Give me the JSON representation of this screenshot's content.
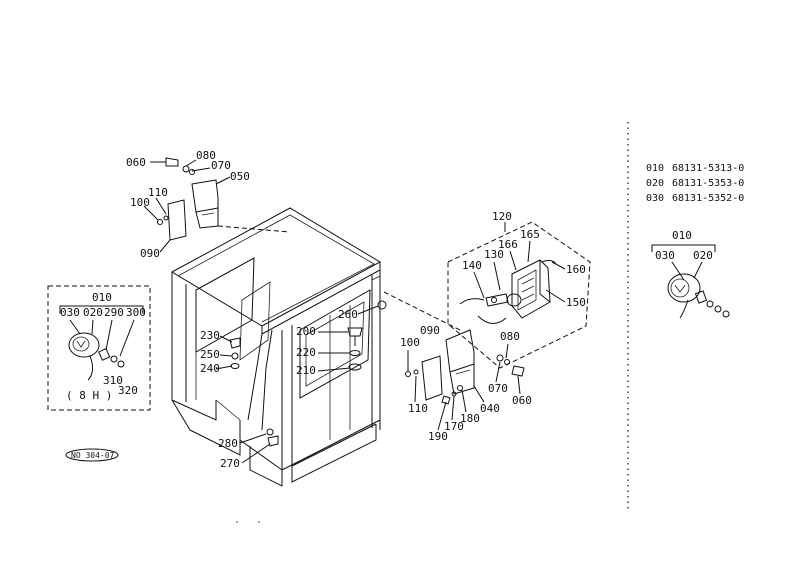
{
  "labels": {
    "l060a": "060",
    "l080a": "080",
    "l070a": "070",
    "l050": "050",
    "l110a": "110",
    "l100a": "100",
    "l090a": "090",
    "l010a": "010",
    "l030a": "030",
    "l020a": "020",
    "l290": "290",
    "l300": "300",
    "l310": "310",
    "l320": "320",
    "l8h": "( 8 H )",
    "l230": "230",
    "l250": "250",
    "l240": "240",
    "l260": "260",
    "l200": "200",
    "l220": "220",
    "l210": "210",
    "l280": "280",
    "l270": "270",
    "l120": "120",
    "l166": "166",
    "l165": "165",
    "l130": "130",
    "l140": "140",
    "l160": "160",
    "l150": "150",
    "l090b": "090",
    "l100b": "100",
    "l080b": "080",
    "l070b": "070",
    "l060b": "060",
    "l110b": "110",
    "l040": "040",
    "l180": "180",
    "l170": "170",
    "l190": "190",
    "l010b": "010",
    "l030b": "030",
    "l020b": "020",
    "stamp": "NO 304-07"
  },
  "parts_table": [
    {
      "ref": "010",
      "part_no": "68131-5313-0"
    },
    {
      "ref": "020",
      "part_no": "68131-5353-0"
    },
    {
      "ref": "030",
      "part_no": "68131-5352-0"
    }
  ]
}
